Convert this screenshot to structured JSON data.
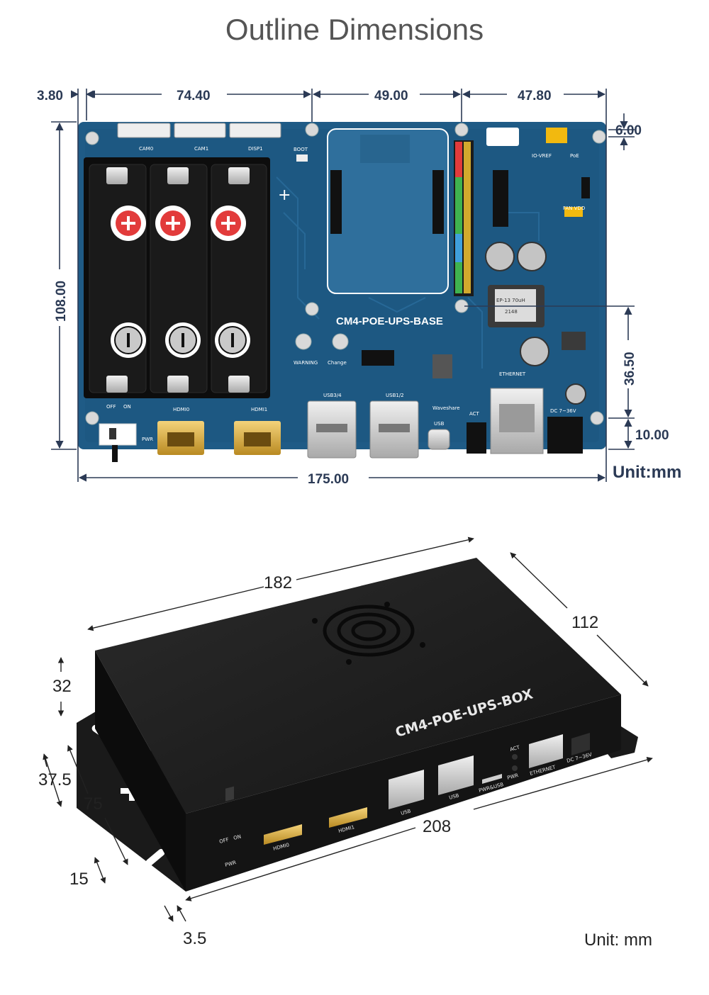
{
  "title": "Outline Dimensions",
  "board": {
    "name": "CM4-POE-UPS-BASE",
    "labels": {
      "cam0": "CAM0",
      "cam1": "CAM1",
      "disp1": "DISP1",
      "boot": "BOOT",
      "hdmi0": "HDMI0",
      "hdmi1": "HDMI1",
      "usb34": "USB3/4",
      "usb12": "USB1/2",
      "usb": "USB",
      "ethernet": "ETHERNET",
      "dc": "DC 7~36V",
      "pwr": "PWR",
      "off": "OFF",
      "on": "ON",
      "warning": "WARNING",
      "change": "Change",
      "waveshare": "Waveshare",
      "act": "ACT",
      "ioVref": "IO-VREF",
      "poe": "PoE",
      "fanVdd": "FAN VDD",
      "inductor_top": "EP-13 70uH",
      "inductor_bottom": "2148"
    },
    "dims": {
      "left_margin": "3.80",
      "seg1": "74.40",
      "seg2": "49.00",
      "seg3": "47.80",
      "top_offset": "6.00",
      "height": "108.00",
      "right_mid": "36.50",
      "right_bottom": "10.00",
      "width": "175.00"
    },
    "unit": "Unit:mm"
  },
  "box": {
    "name": "CM4-POE-UPS-BOX",
    "labels": {
      "hdmi0": "HDMI0",
      "hdmi1": "HDMI1",
      "usb_a": "USB",
      "usb_b": "USB",
      "pwr_usb": "PWR&USB",
      "ethernet": "ETHERNET",
      "dc": "DC 7~36V",
      "act": "ACT",
      "pwr": "PWR",
      "off": "OFF",
      "on": "ON",
      "pwr_switch": "PWR"
    },
    "dims": {
      "length": "182",
      "depth": "112",
      "height": "32",
      "d37": "37.5",
      "d75": "75",
      "d15": "15",
      "d208": "208",
      "d3": "3.5"
    },
    "unit": "Unit: mm"
  },
  "colors": {
    "pcb": "#1f5b86",
    "pcb_dark": "#184a70",
    "dim_text": "#2b3a55",
    "case": "#1c1c1c"
  }
}
